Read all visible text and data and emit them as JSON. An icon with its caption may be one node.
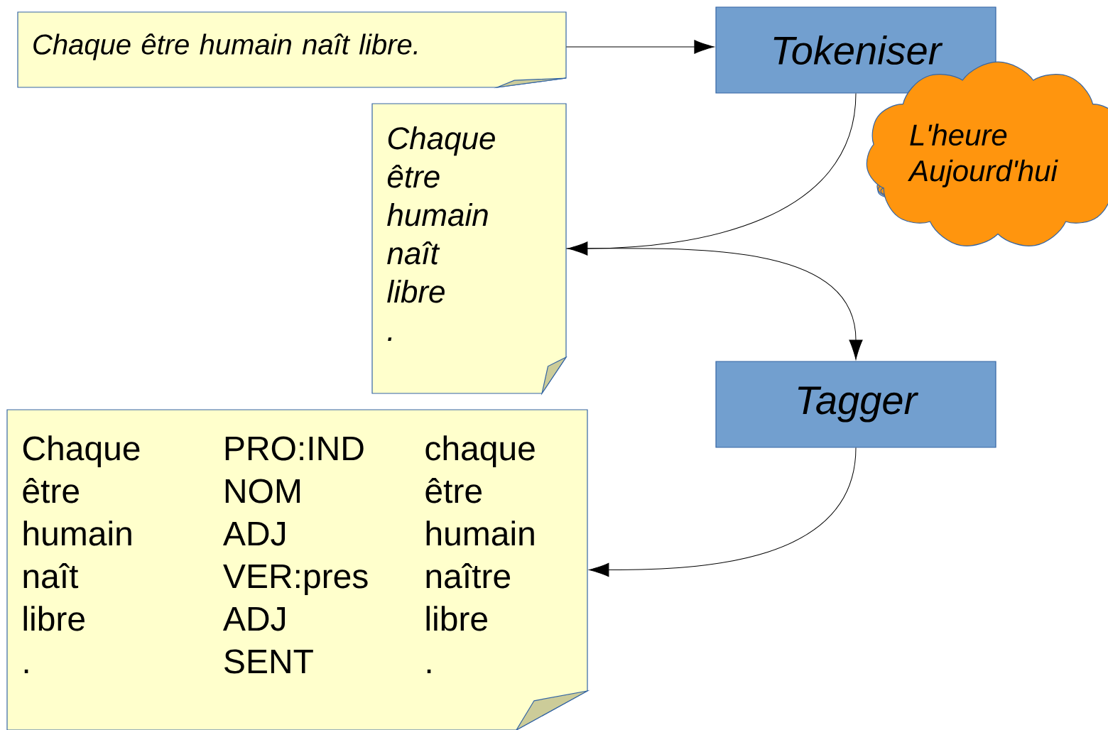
{
  "diagram": {
    "nodes": [
      {
        "text": [
          "Chaque être humain naît libre."
        ]
      },
      {
        "text": [
          "Tokeniser"
        ]
      },
      {
        "text": [
          "L'heure Aujourd'hui"
        ]
      },
      {
        "text": [
          "Chaque",
          "être",
          "humain",
          "naît",
          "libre",
          "."
        ]
      },
      {
        "text": [
          "Tagger"
        ]
      },
      {
        "text": [
          "Chaque",
          "PRO:IND",
          "chaque",
          "être",
          "NOM",
          "être",
          "humain",
          "ADJ",
          "humain",
          "naît",
          "VER:pres",
          "naître",
          "libre",
          "ADJ",
          "libre",
          ".",
          "SENT",
          "."
        ]
      }
    ],
    "edges": [
      {
        "from": 0,
        "to": 1,
        "arrow": "to"
      },
      {
        "from": 1,
        "to": 3,
        "arrow": "to"
      },
      {
        "from": 3,
        "to": 4,
        "arrow": "to"
      },
      {
        "from": 4,
        "to": 5,
        "arrow": "to"
      }
    ]
  }
}
